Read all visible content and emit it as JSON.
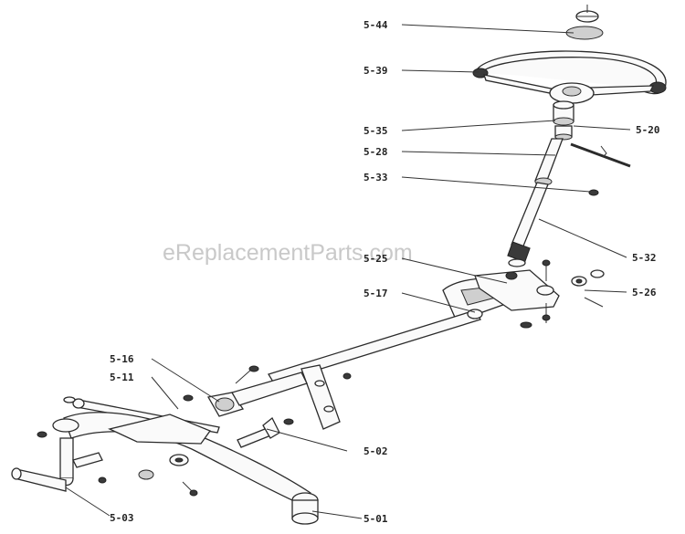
{
  "watermark": "eReplacementParts.com",
  "callouts": {
    "c544": "5-44",
    "c539": "5-39",
    "c535": "5-35",
    "c520": "5-20",
    "c528": "5-28",
    "c533": "5-33",
    "c532": "5-32",
    "c525": "5-25",
    "c526": "5-26",
    "c517": "5-17",
    "c516": "5-16",
    "c511": "5-11",
    "c502": "5-02",
    "c503": "5-03",
    "c501": "5-01"
  }
}
